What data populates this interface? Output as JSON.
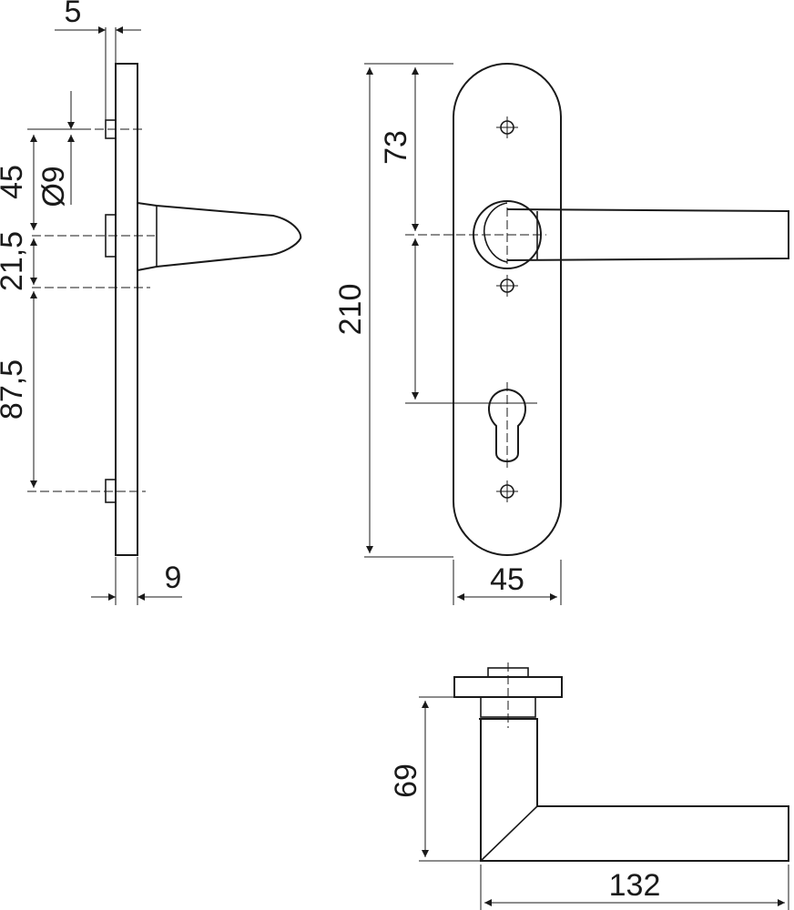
{
  "dimensions": {
    "side_top_offset": "5",
    "side_rose_height": "45",
    "side_hole_diameter": "Ø9",
    "side_mid_gap": "21,5",
    "side_lower_gap": "87,5",
    "side_plate_depth": "9",
    "front_handle_axis": "73",
    "front_total_height": "210",
    "front_plate_width": "45",
    "bottom_height": "69",
    "bottom_length": "132"
  }
}
